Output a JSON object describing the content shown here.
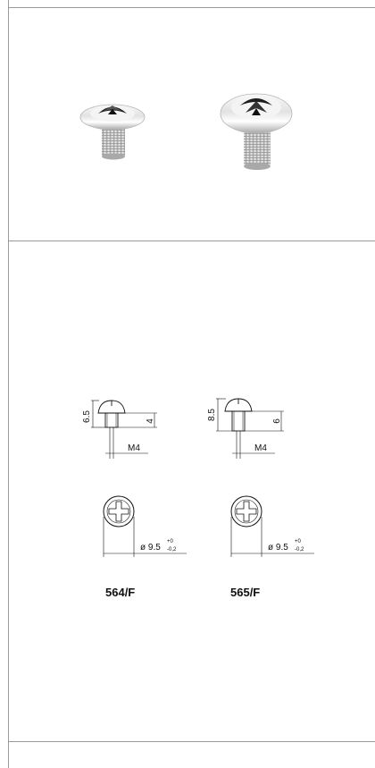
{
  "products": [
    {
      "code": "564/F",
      "head_height": "6.5",
      "shank_length": "4",
      "thread": "M4",
      "diameter": "ø 9.5",
      "tol_upper": "+0",
      "tol_lower": "-0,2"
    },
    {
      "code": "565/F",
      "head_height": "8.5",
      "shank_length": "6",
      "thread": "M4",
      "diameter": "ø 9.5",
      "tol_upper": "+0",
      "tol_lower": "-0,2"
    }
  ]
}
